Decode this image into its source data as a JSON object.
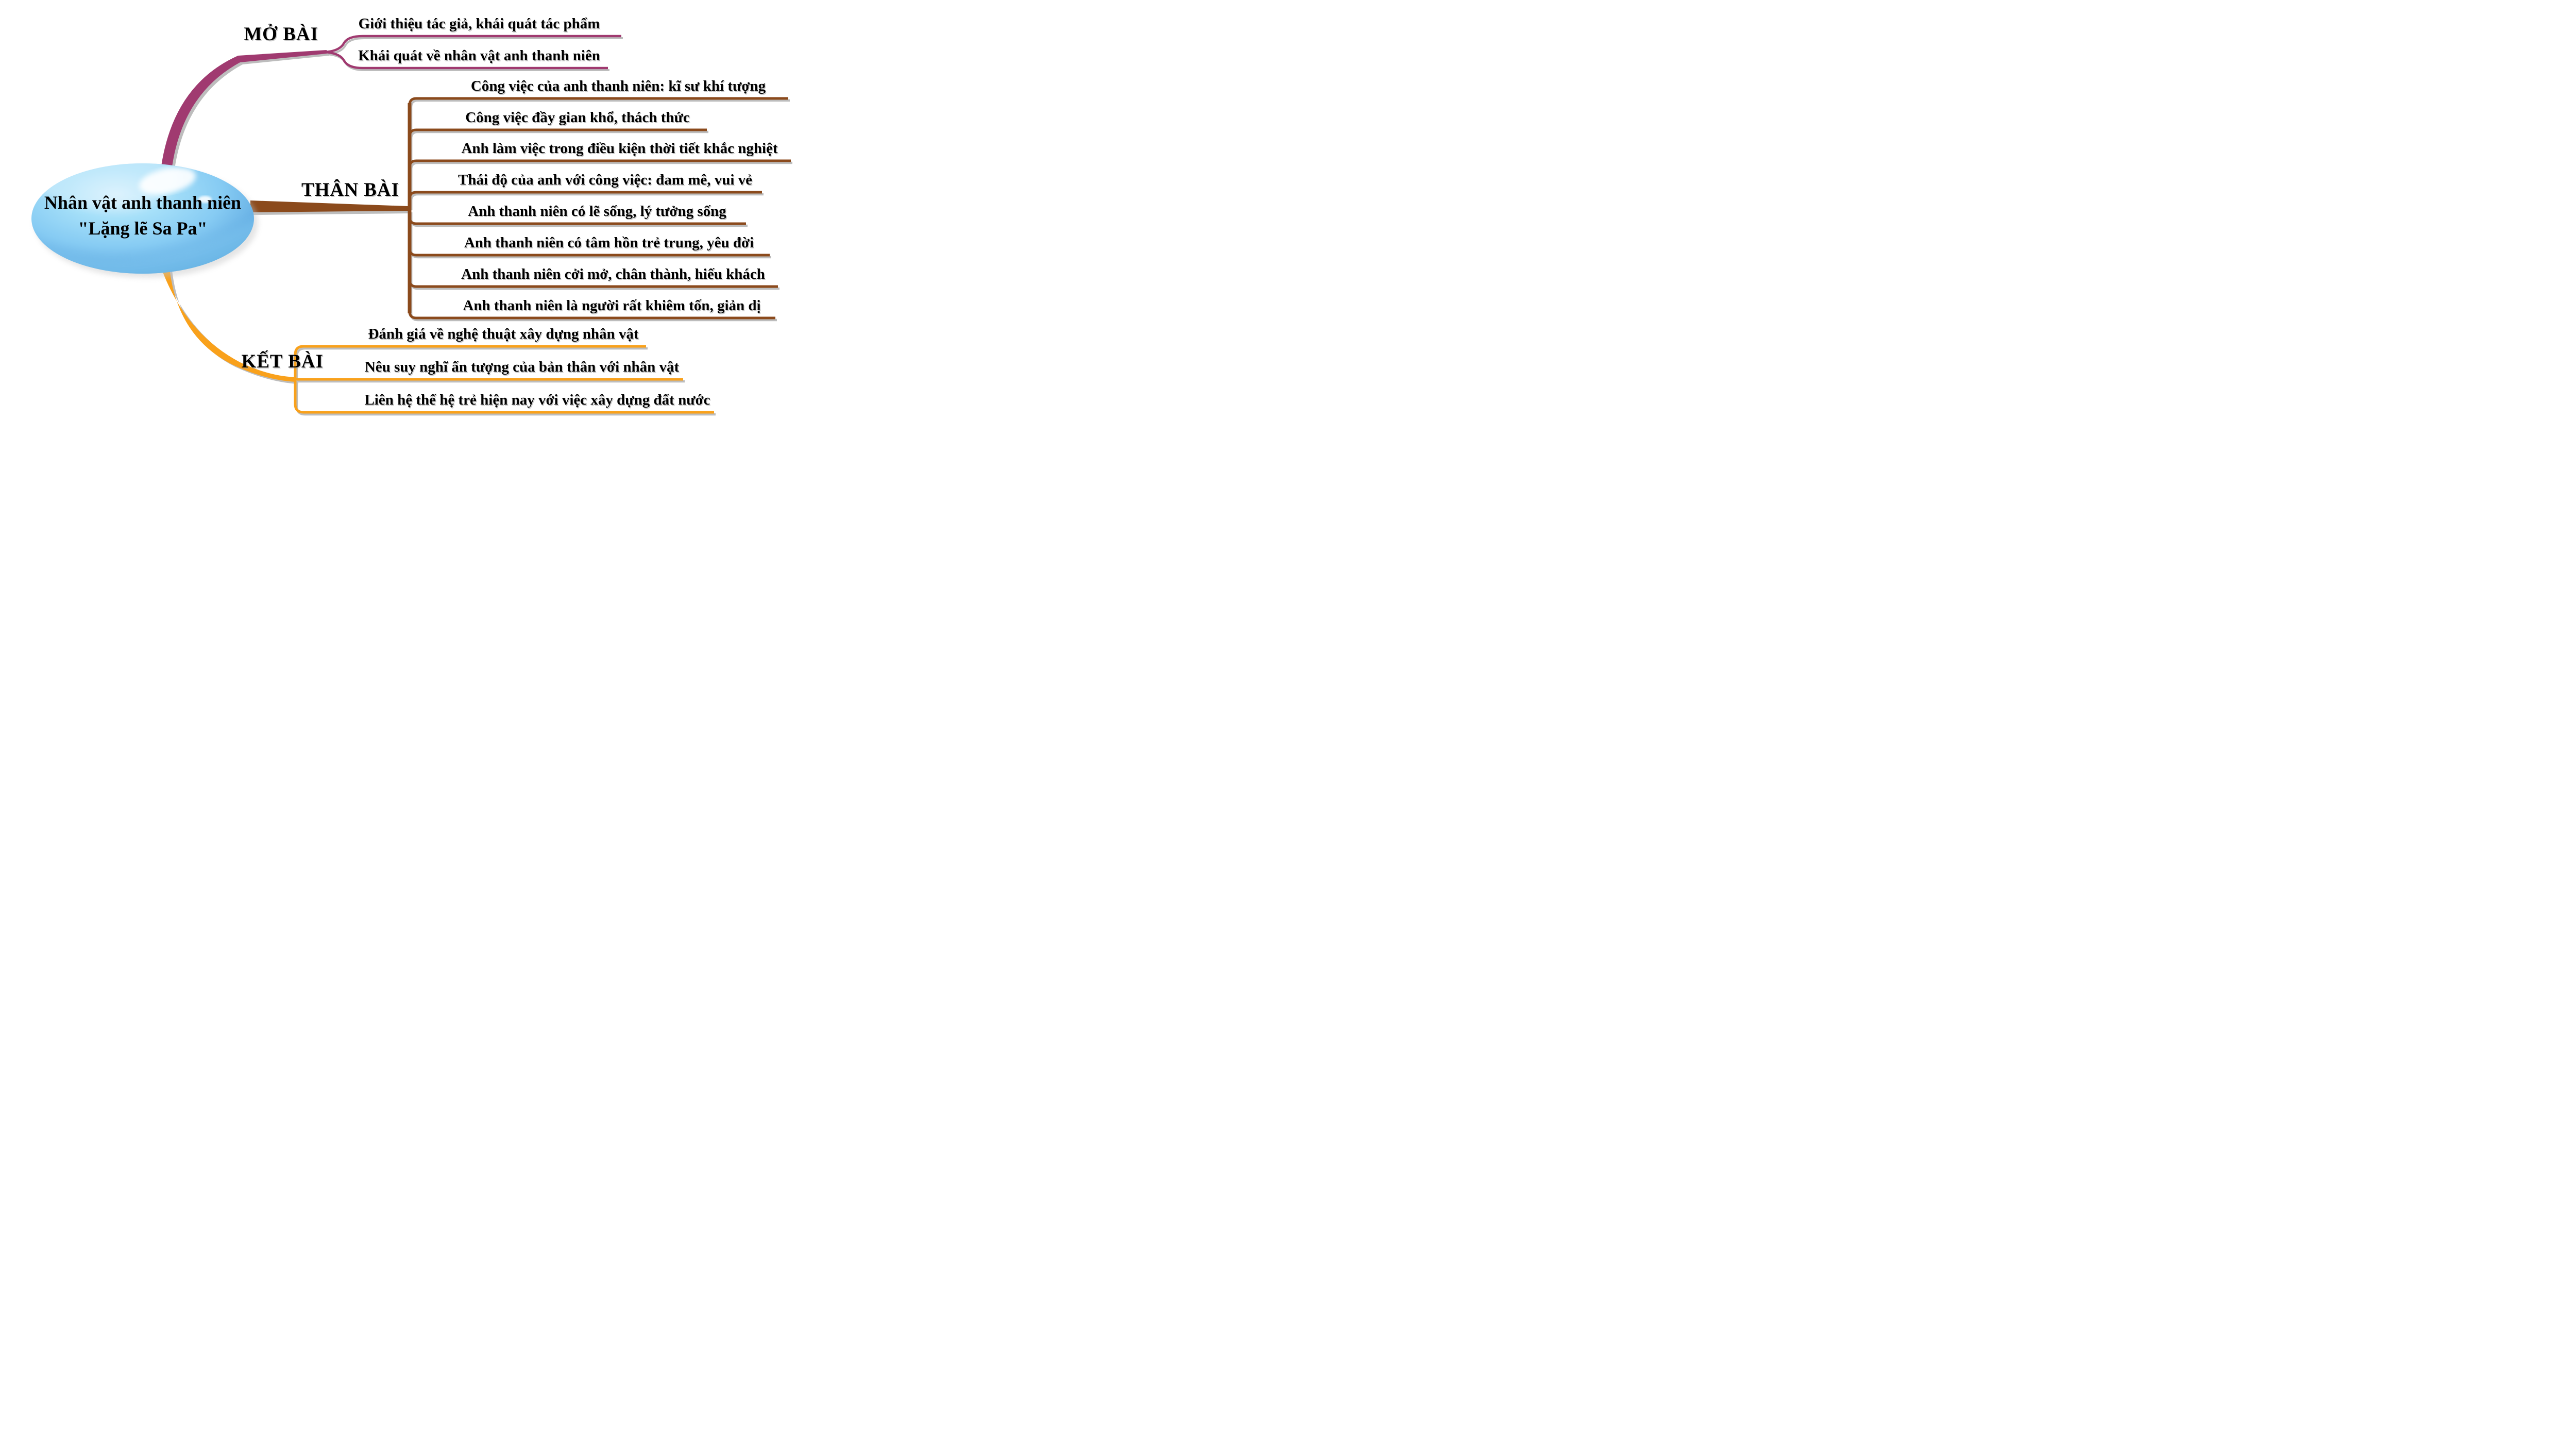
{
  "central_topic": {
    "line1": "Nhân vật anh thanh niên",
    "line2": "\"Lặng lẽ Sa Pa\""
  },
  "branches": [
    {
      "label": "MỞ BÀI",
      "color": "#A03A70",
      "items": [
        "Giới thiệu tác giả, khái quát tác phẩm",
        "Khái quát về nhân vật anh thanh niên"
      ]
    },
    {
      "label": "THÂN BÀI",
      "color": "#8B4A1C",
      "items": [
        "Công việc của anh thanh niên: kĩ sư khí tượng",
        "Công việc đầy gian khổ, thách thức",
        "Anh làm việc trong điều kiện thời tiết khắc nghiệt",
        "Thái độ của anh với công việc: đam mê, vui vẻ",
        "Anh thanh niên có lẽ sống, lý tưởng sống",
        "Anh thanh niên có tâm hồn trẻ trung, yêu đời",
        "Anh thanh niên cởi mở, chân thành, hiếu khách",
        "Anh thanh niên là người rất khiêm tốn, giản dị"
      ]
    },
    {
      "label": "KẾT BÀI",
      "color": "#F9A11B",
      "items": [
        "Đánh giá về nghệ thuật xây dựng nhân vật",
        "Nêu suy nghĩ ấn tượng của bản thân với nhân vật",
        "Liên hệ thế hệ trẻ hiện nay với việc xây dựng đất nước"
      ]
    }
  ],
  "colors": {
    "mo_bai_branch": "#A03A70",
    "than_bai_branch": "#8B4A1C",
    "ket_bai_branch": "#F9A11B",
    "line_shadow": "#BDBDBD",
    "ellipse_light": "#A6E0F9",
    "ellipse_dark": "#4E9CD6",
    "text": "#000000"
  }
}
